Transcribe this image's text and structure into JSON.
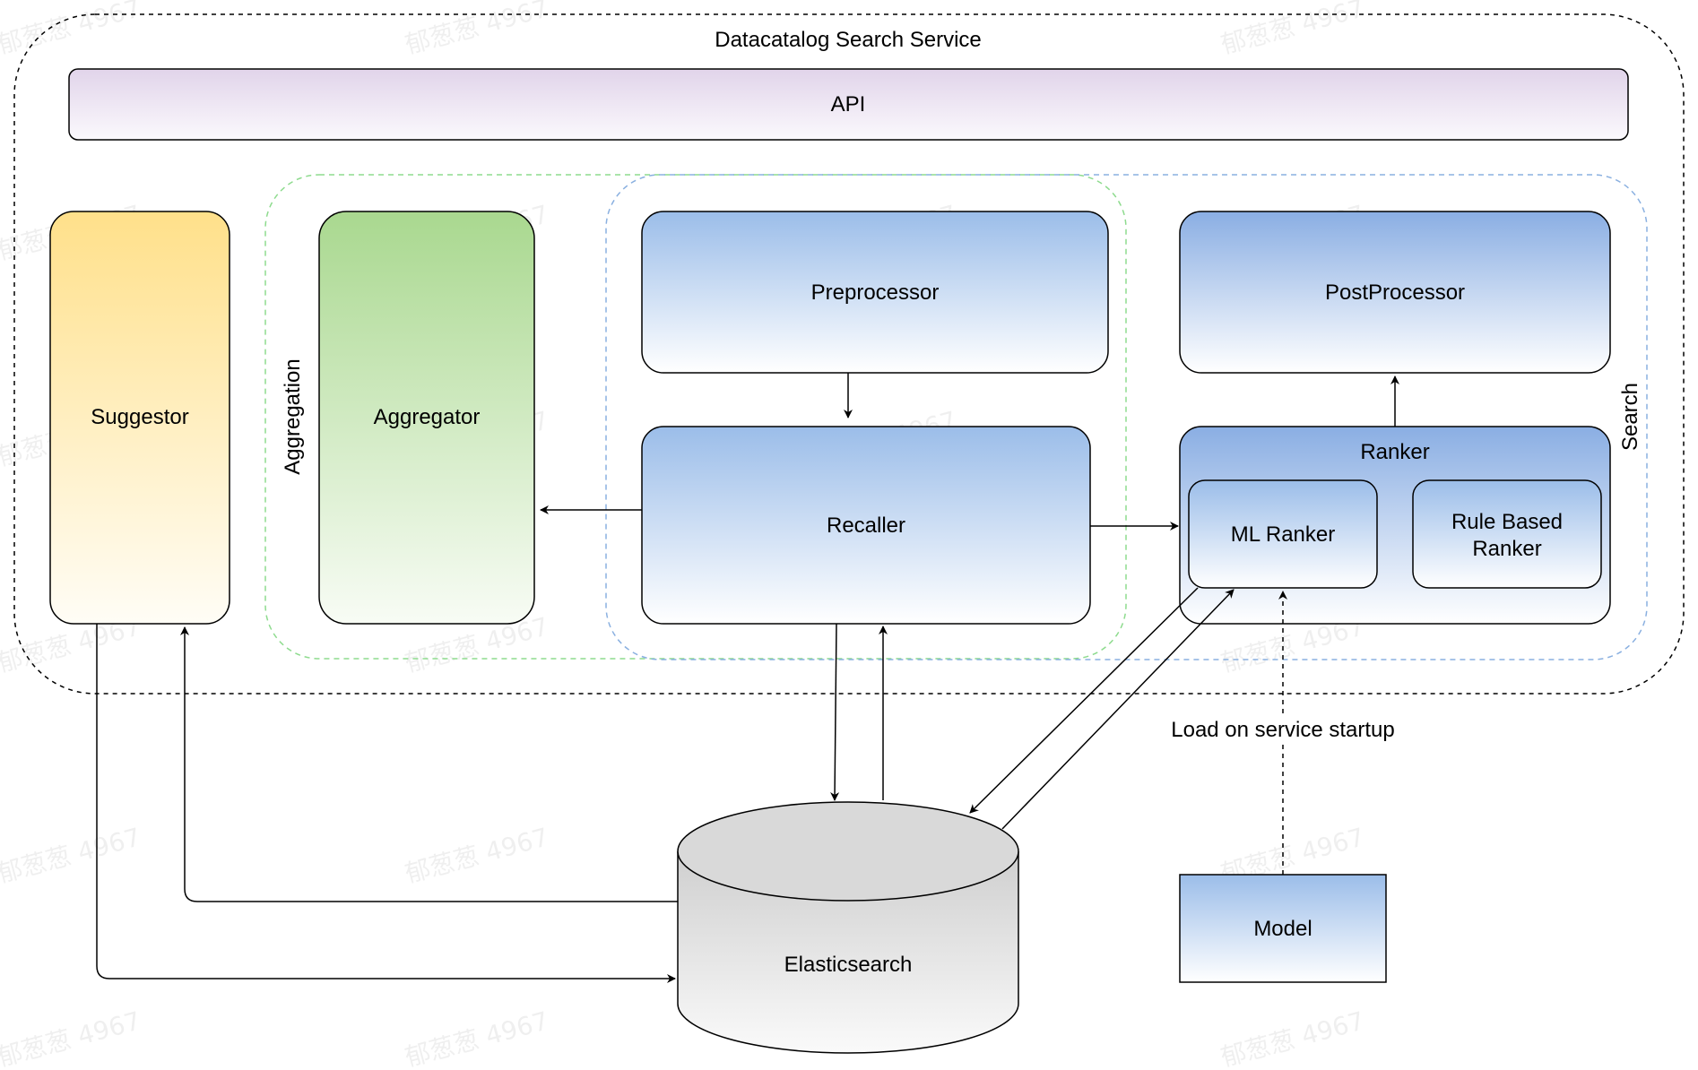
{
  "service": {
    "title": "Datacatalog Search Service"
  },
  "api": {
    "label": "API"
  },
  "groups": {
    "aggregation": "Aggregation",
    "search": "Search"
  },
  "components": {
    "suggestor": "Suggestor",
    "aggregator": "Aggregator",
    "preprocessor": "Preprocessor",
    "recaller": "Recaller",
    "postprocessor": "PostProcessor",
    "ranker": "Ranker",
    "ml_ranker": "ML Ranker",
    "rule_based_ranker": [
      "Rule Based",
      "Ranker"
    ],
    "elasticsearch": "Elasticsearch",
    "model": "Model"
  },
  "edge_labels": {
    "model_load": "Load on service startup"
  },
  "watermark": "郁葱葱 4967",
  "colors": {
    "suggestor": [
      "#ffe08a",
      "#fffdf6"
    ],
    "aggregator": [
      "#a9d88f",
      "#f8fcf5"
    ],
    "blue_component": [
      "#9bbde9",
      "#ffffff"
    ],
    "ranker": [
      "#8aaee3",
      "#ffffff"
    ],
    "api": [
      "#e1d4ea",
      "#fbf9fd"
    ],
    "database": [
      "#cfcfcf",
      "#fafafa"
    ],
    "aggregation_border": "#8edb8e",
    "search_border": "#8ab0e0"
  }
}
